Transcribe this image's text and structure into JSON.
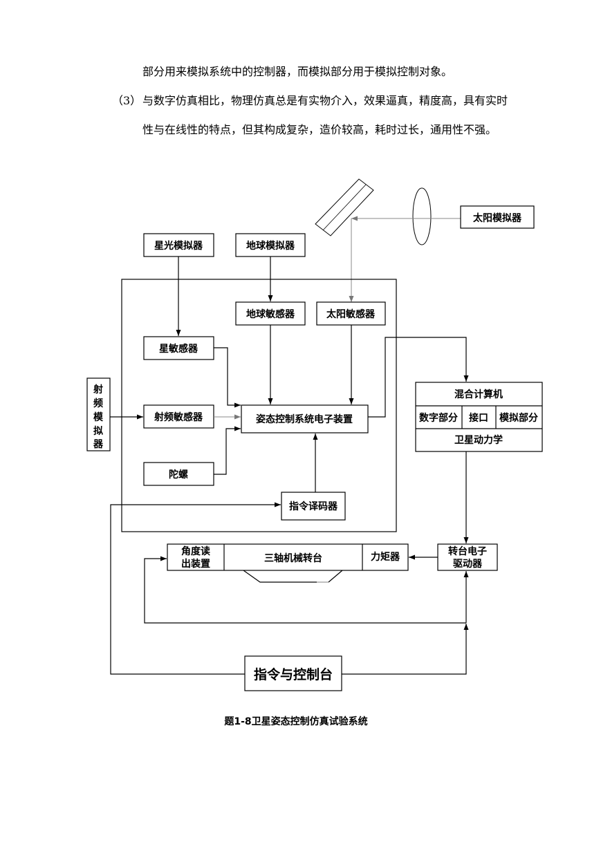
{
  "text": {
    "line1": "部分用来模拟系统中的控制器，而模拟部分用于模拟控制对象。",
    "item3_num": "（3）",
    "item3_line1": "与数字仿真相比，物理仿真总是有实物介入，效果逼真，精度高，具有实时",
    "item3_line2": "性与在线性的特点，但其构成复杂，造价较高，耗时过长，通用性不强。"
  },
  "diagram": {
    "sun_simulator": "太阳模拟器",
    "star_simulator": "星光模拟器",
    "earth_simulator": "地球模拟器",
    "earth_sensor": "地球敏感器",
    "sun_sensor": "太阳敏感器",
    "star_sensor": "星敏感器",
    "rf_simulator": [
      "射",
      "频",
      "模",
      "拟",
      "器"
    ],
    "rf_sensor": "射频敏感器",
    "attitude_control_unit": "姿态控制系统电子装置",
    "gyro": "陀螺",
    "command_decoder": "指令译码器",
    "hybrid_computer": {
      "title": "混合计算机",
      "digital": "数字部分",
      "interface": "接口",
      "analog": "模拟部分",
      "dynamics": "卫星动力学"
    },
    "angle_readout": [
      "角度读",
      "出装置"
    ],
    "three_axis_table": "三轴机械转台",
    "torquer": "力矩器",
    "table_driver": [
      "转台电子",
      "驱动器"
    ],
    "command_console": "指令与控制台",
    "caption": "题1-8卫星姿态控制仿真试验系统"
  }
}
